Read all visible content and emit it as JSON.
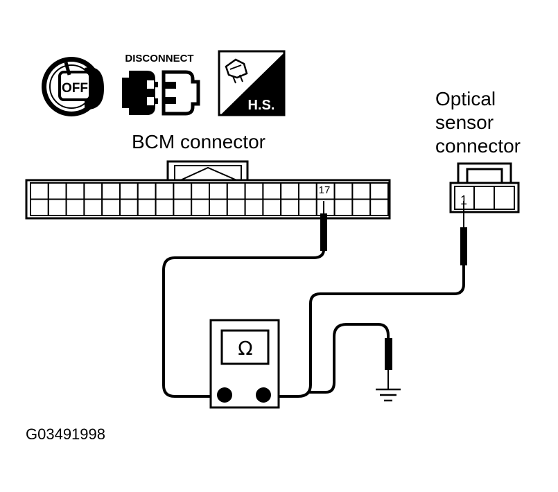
{
  "icons": {
    "ignition_text": "OFF",
    "disconnect_label": "DISCONNECT",
    "harness_label": "H.S."
  },
  "bcm": {
    "title": "BCM connector",
    "pin_label": "17"
  },
  "optical": {
    "title_lines": [
      "Optical",
      "sensor",
      "connector"
    ],
    "pin_label": "1"
  },
  "meter": {
    "symbol": "Ω"
  },
  "figure_id": "G03491998"
}
